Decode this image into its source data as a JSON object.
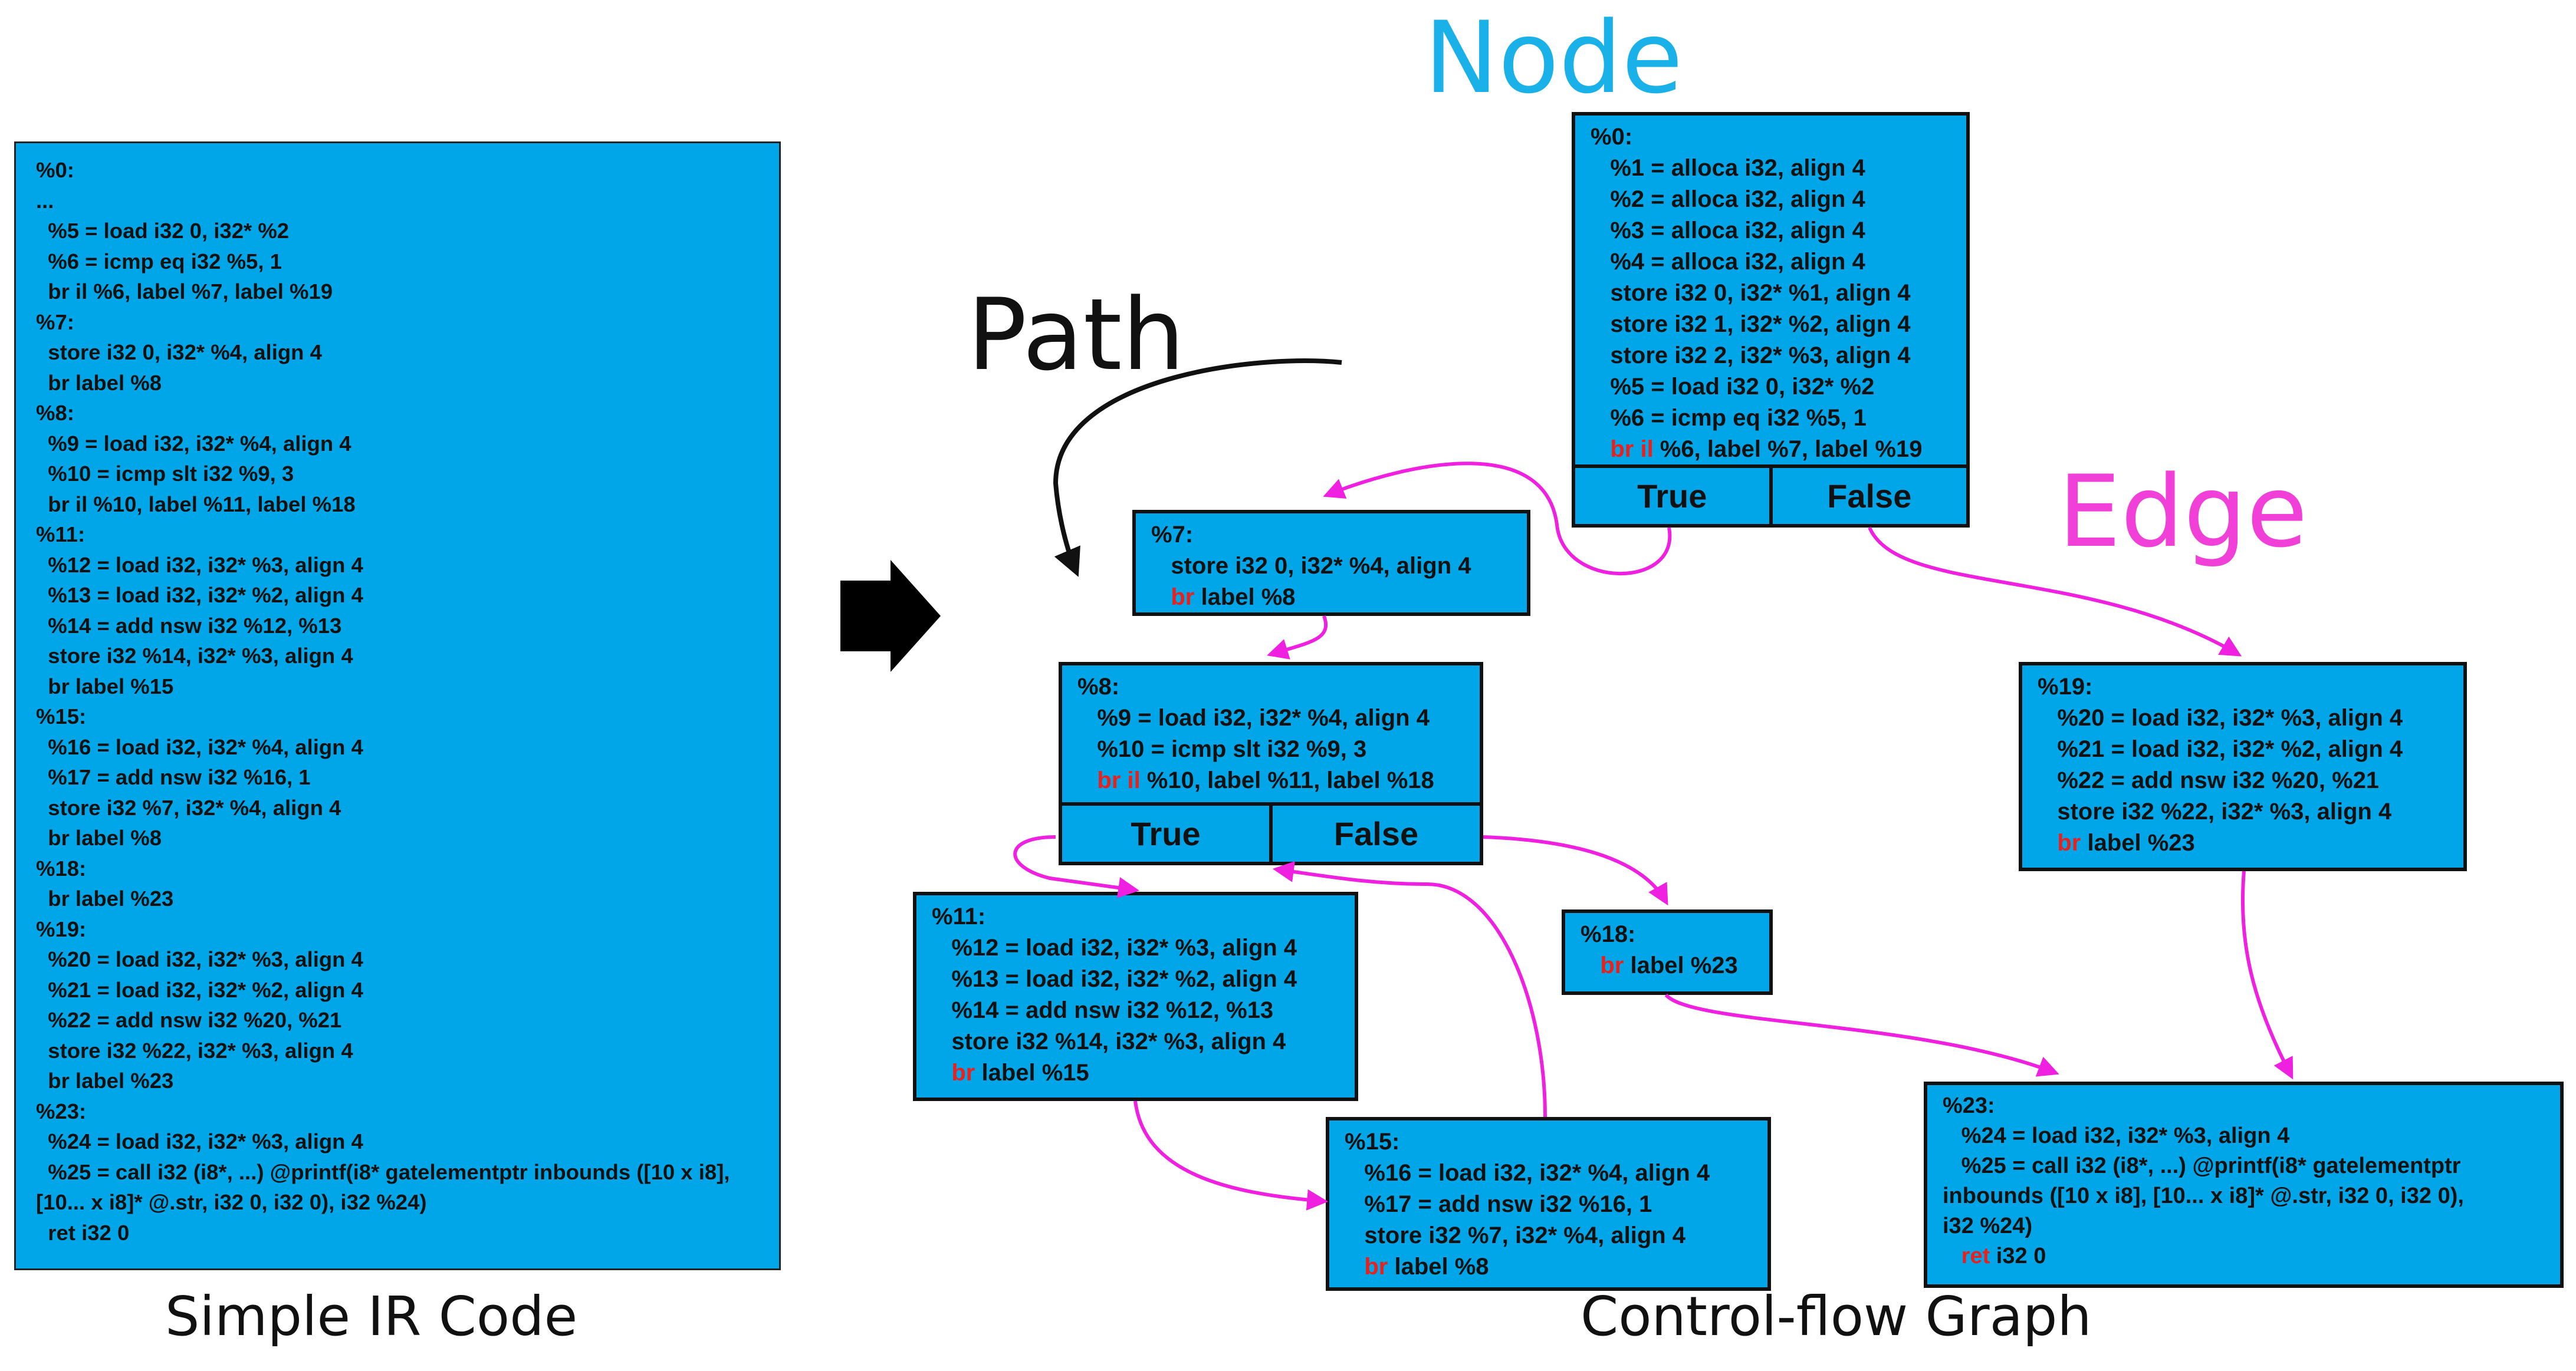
{
  "labels": {
    "node": "Node",
    "edge": "Edge",
    "path": "Path",
    "ir_caption": "Simple IR Code",
    "cfg_caption": "Control-flow Graph"
  },
  "colors": {
    "node_fill": "#00a6e8",
    "edge": "#f020e0",
    "node_label": "#1ab0e8",
    "edge_label": "#f040d8",
    "keyword": "#e8201e"
  },
  "ir_code": [
    "%0:",
    "...",
    "  %5 = load i32 0, i32* %2",
    "  %6 = icmp eq i32 %5, 1",
    "  br il %6, label %7, label %19",
    "%7:",
    "  store i32 0, i32* %4, align 4",
    "  br label %8",
    "%8:",
    "  %9 = load i32, i32* %4, align 4",
    "  %10 = icmp slt i32 %9, 3",
    "  br il %10, label %11, label %18",
    "%11:",
    "  %12 = load i32, i32* %3, align 4",
    "  %13 = load i32, i32* %2, align 4",
    "  %14 = add nsw i32 %12, %13",
    "  store i32 %14, i32* %3, align 4",
    "  br label %15",
    "%15:",
    "  %16 = load i32, i32* %4, align 4",
    "  %17 = add nsw i32 %16, 1",
    "  store i32 %7, i32* %4, align 4",
    "  br label %8",
    "%18:",
    "  br label %23",
    "%19:",
    "  %20 = load i32, i32* %3, align 4",
    "  %21 = load i32, i32* %2, align 4",
    "  %22 = add nsw i32 %20, %21",
    "  store i32 %22, i32* %3, align 4",
    "  br label %23",
    "%23:",
    "  %24 = load i32, i32* %3, align 4",
    "  %25 = call i32 (i8*, ...) @printf(i8* gatelementptr inbounds ([10 x i8],",
    "[10... x i8]* @.str, i32 0, i32 0), i32 %24)",
    "  ret i32 0"
  ],
  "nodes": {
    "n0": {
      "lines": [
        {
          "text": "%0:"
        },
        {
          "text": "   %1 = alloca i32, align 4"
        },
        {
          "text": "   %2 = alloca i32, align 4"
        },
        {
          "text": "   %3 = alloca i32, align 4"
        },
        {
          "text": "   %4 = alloca i32, align 4"
        },
        {
          "text": "   store i32 0, i32* %1, align 4"
        },
        {
          "text": "   store i32 1, i32* %2, align 4"
        },
        {
          "text": "   store i32 2, i32* %3, align 4"
        },
        {
          "text": "   %5 = load i32 0, i32* %2"
        },
        {
          "text": "   %6 = icmp eq i32 %5, 1"
        },
        {
          "kw": "   br il",
          "text": " %6, label %7, label %19"
        }
      ],
      "true_label": "True",
      "false_label": "False"
    },
    "n7": {
      "lines": [
        {
          "text": "%7:"
        },
        {
          "text": "   store i32 0, i32* %4, align 4"
        },
        {
          "kw": "   br",
          "text": " label %8"
        }
      ]
    },
    "n8": {
      "lines": [
        {
          "text": "%8:"
        },
        {
          "text": "   %9 = load i32, i32* %4, align 4"
        },
        {
          "text": "   %10 = icmp slt i32 %9, 3"
        },
        {
          "kw": "   br il",
          "text": " %10, label %11, label %18"
        }
      ],
      "true_label": "True",
      "false_label": "False"
    },
    "n11": {
      "lines": [
        {
          "text": "%11:"
        },
        {
          "text": "   %12 = load i32, i32* %3, align 4"
        },
        {
          "text": "   %13 = load i32, i32* %2, align 4"
        },
        {
          "text": "   %14 = add nsw i32 %12, %13"
        },
        {
          "text": "   store i32 %14, i32* %3, align 4"
        },
        {
          "kw": "   br",
          "text": " label %15"
        }
      ]
    },
    "n15": {
      "lines": [
        {
          "text": "%15:"
        },
        {
          "text": "   %16 = load i32, i32* %4, align 4"
        },
        {
          "text": "   %17 = add nsw i32 %16, 1"
        },
        {
          "text": "   store i32 %7, i32* %4, align 4"
        },
        {
          "kw": "   br",
          "text": " label %8"
        }
      ]
    },
    "n18": {
      "lines": [
        {
          "text": "%18:"
        },
        {
          "kw": "   br",
          "text": " label %23"
        }
      ]
    },
    "n19": {
      "lines": [
        {
          "text": "%19:"
        },
        {
          "text": "   %20 = load i32, i32* %3, align 4"
        },
        {
          "text": "   %21 = load i32, i32* %2, align 4"
        },
        {
          "text": "   %22 = add nsw i32 %20, %21"
        },
        {
          "text": "   store i32 %22, i32* %3, align 4"
        },
        {
          "kw": "   br",
          "text": " label %23"
        }
      ]
    },
    "n23": {
      "lines": [
        {
          "text": "%23:"
        },
        {
          "text": "   %24 = load i32, i32* %3, align 4"
        },
        {
          "text": "   %25 = call i32 (i8*, ...) @printf(i8* gatelementptr"
        },
        {
          "text": "inbounds ([10 x i8], [10... x i8]* @.str, i32 0, i32 0),"
        },
        {
          "text": "i32 %24)"
        },
        {
          "kw": "   ret",
          "text": " i32 0"
        }
      ]
    }
  }
}
